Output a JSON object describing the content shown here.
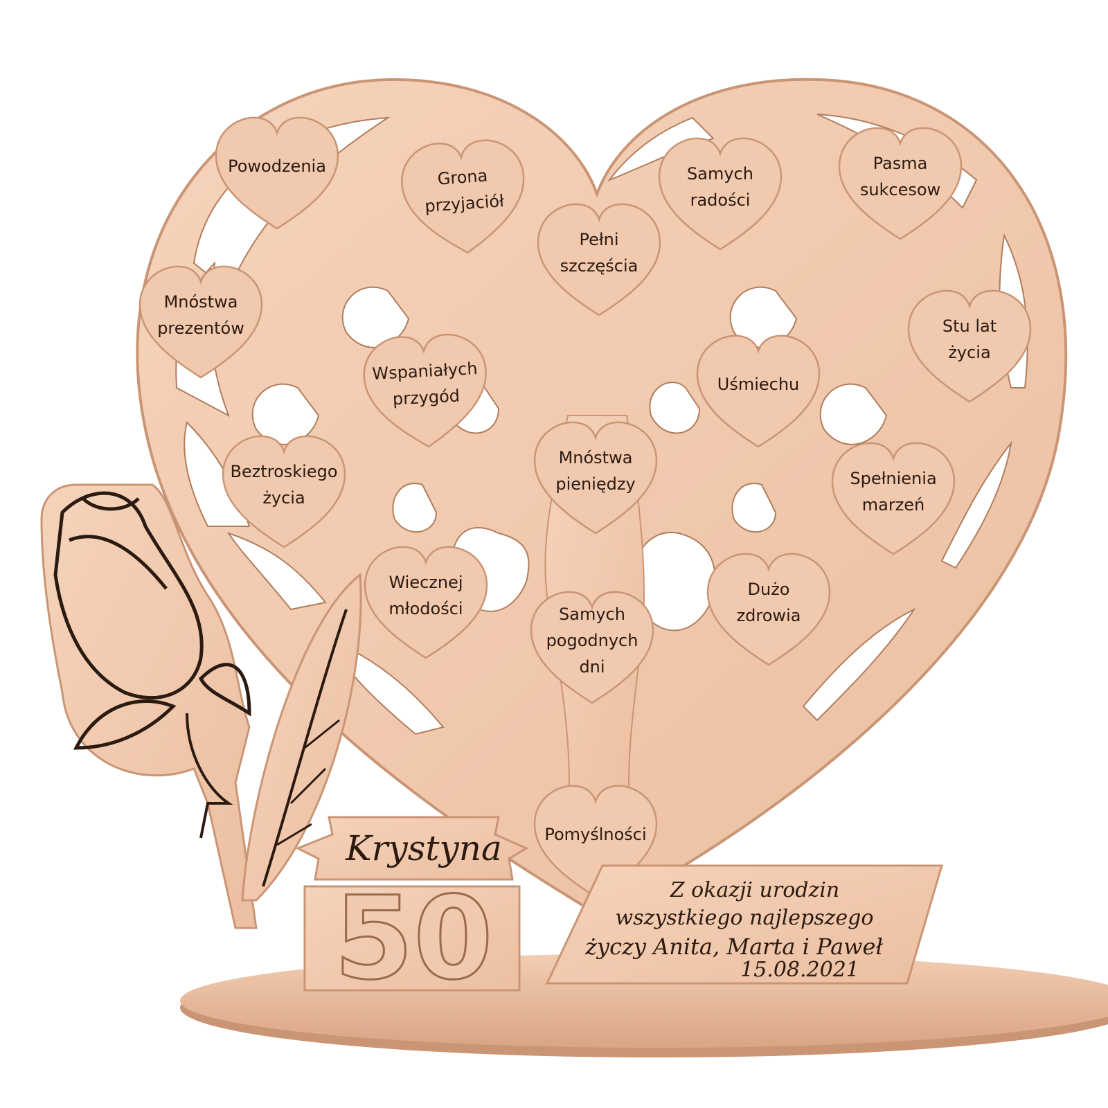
{
  "colors": {
    "wood": "#f1c9ae",
    "wood_dark": "#e2b291",
    "wood_edge": "#c99574",
    "engrave": "#2b1a10",
    "background": "#ffffff"
  },
  "hearts": [
    {
      "lines": [
        "Powodzenia"
      ]
    },
    {
      "lines": [
        "Grona",
        "przyjaciół"
      ]
    },
    {
      "lines": [
        "Samych",
        "radości"
      ]
    },
    {
      "lines": [
        "Pasma",
        "sukcesow"
      ]
    },
    {
      "lines": [
        "Pełni",
        "szczęścia"
      ]
    },
    {
      "lines": [
        "Mnóstwa",
        "prezentów"
      ]
    },
    {
      "lines": [
        "Stu lat",
        "życia"
      ]
    },
    {
      "lines": [
        "Wspaniałych",
        "przygód"
      ]
    },
    {
      "lines": [
        "Uśmiechu"
      ]
    },
    {
      "lines": [
        "Mnóstwa",
        "pieniędzy"
      ]
    },
    {
      "lines": [
        "Beztroskiego",
        "życia"
      ]
    },
    {
      "lines": [
        "Spełnienia",
        "marzeń"
      ]
    },
    {
      "lines": [
        "Wiecznej",
        "młodości"
      ]
    },
    {
      "lines": [
        "Dużo",
        "zdrowia"
      ]
    },
    {
      "lines": [
        "Samych",
        "pogodnych",
        "dni"
      ]
    },
    {
      "lines": [
        "Pomyślności"
      ]
    }
  ],
  "name_banner": "Krystyna",
  "age_number": "50",
  "plaque": {
    "line1": "Z okazji urodzin",
    "line2": "wszystkiego najlepszego",
    "line3": "życzy Anita, Marta i Paweł",
    "date": "15.08.2021"
  }
}
